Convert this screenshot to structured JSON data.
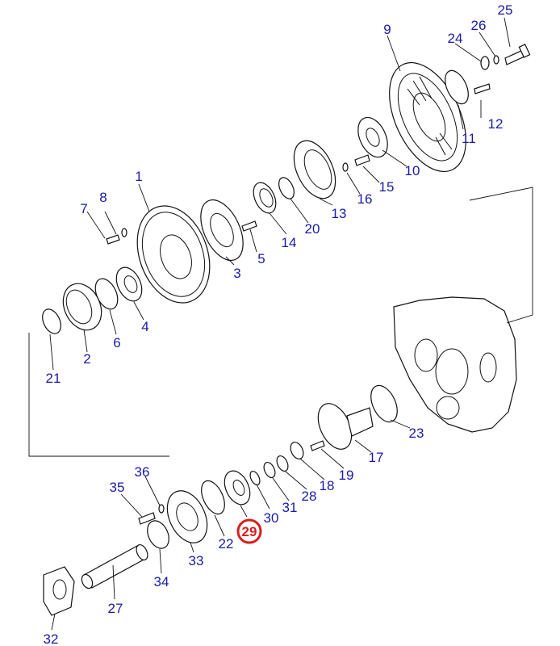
{
  "diagram": {
    "labels": [
      {
        "id": "1",
        "text": "1"
      },
      {
        "id": "2",
        "text": "2"
      },
      {
        "id": "3",
        "text": "3"
      },
      {
        "id": "4",
        "text": "4"
      },
      {
        "id": "5",
        "text": "5"
      },
      {
        "id": "6",
        "text": "6"
      },
      {
        "id": "7",
        "text": "7"
      },
      {
        "id": "8",
        "text": "8"
      },
      {
        "id": "9",
        "text": "9"
      },
      {
        "id": "10",
        "text": "10"
      },
      {
        "id": "11",
        "text": "11"
      },
      {
        "id": "12",
        "text": "12"
      },
      {
        "id": "13",
        "text": "13"
      },
      {
        "id": "14",
        "text": "14"
      },
      {
        "id": "15",
        "text": "15"
      },
      {
        "id": "16",
        "text": "16"
      },
      {
        "id": "17",
        "text": "17"
      },
      {
        "id": "18",
        "text": "18"
      },
      {
        "id": "19",
        "text": "19"
      },
      {
        "id": "20",
        "text": "20"
      },
      {
        "id": "21",
        "text": "21"
      },
      {
        "id": "22",
        "text": "22"
      },
      {
        "id": "23",
        "text": "23"
      },
      {
        "id": "24",
        "text": "24"
      },
      {
        "id": "25",
        "text": "25"
      },
      {
        "id": "26",
        "text": "26"
      },
      {
        "id": "27",
        "text": "27"
      },
      {
        "id": "28",
        "text": "28"
      },
      {
        "id": "29",
        "text": "29"
      },
      {
        "id": "30",
        "text": "30"
      },
      {
        "id": "31",
        "text": "31"
      },
      {
        "id": "32",
        "text": "32"
      },
      {
        "id": "33",
        "text": "33"
      },
      {
        "id": "34",
        "text": "34"
      },
      {
        "id": "35",
        "text": "35"
      },
      {
        "id": "36",
        "text": "36"
      }
    ],
    "highlighted_part": "29",
    "colors": {
      "label": "#1a1aa8",
      "highlight": "#d81e1e",
      "line": "#111111"
    }
  }
}
